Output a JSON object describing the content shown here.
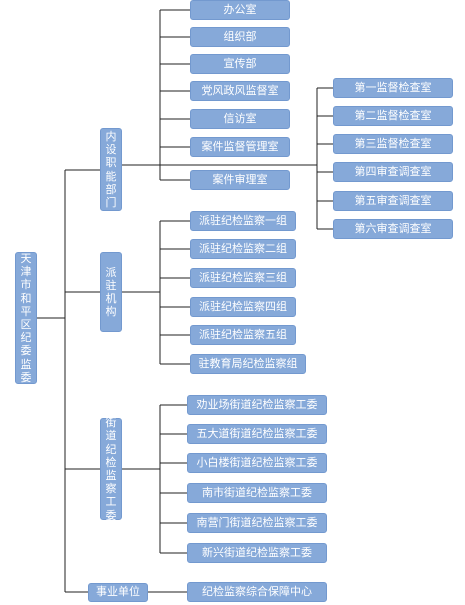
{
  "root": "天津市和平区纪委监委",
  "level1": {
    "neishe": "内设职能部门",
    "paizhu": "派驻机构",
    "jiedao": "街道纪检监察工委",
    "shiye": "事业单位"
  },
  "neishe_items": [
    "办公室",
    "组织部",
    "宣传部",
    "党风政风监督室",
    "信访室",
    "案件监督管理室",
    "案件审理室"
  ],
  "supervision_items": [
    "第一监督检查室",
    "第二监督检查室",
    "第三监督检查室",
    "第四审查调查室",
    "第五审查调查室",
    "第六审查调查室"
  ],
  "paizhu_items": [
    "派驻纪检监察一组",
    "派驻纪检监察二组",
    "派驻纪检监察三组",
    "派驻纪检监察四组",
    "派驻纪检监察五组",
    "驻教育局纪检监察组"
  ],
  "jiedao_items": [
    "劝业场街道纪检监察工委",
    "五大道街道纪检监察工委",
    "小白楼街道纪检监察工委",
    "南市街道纪检监察工委",
    "南营门街道纪检监察工委",
    "新兴街道纪检监察工委"
  ],
  "shiye_items": [
    "纪检监察综合保障中心"
  ]
}
